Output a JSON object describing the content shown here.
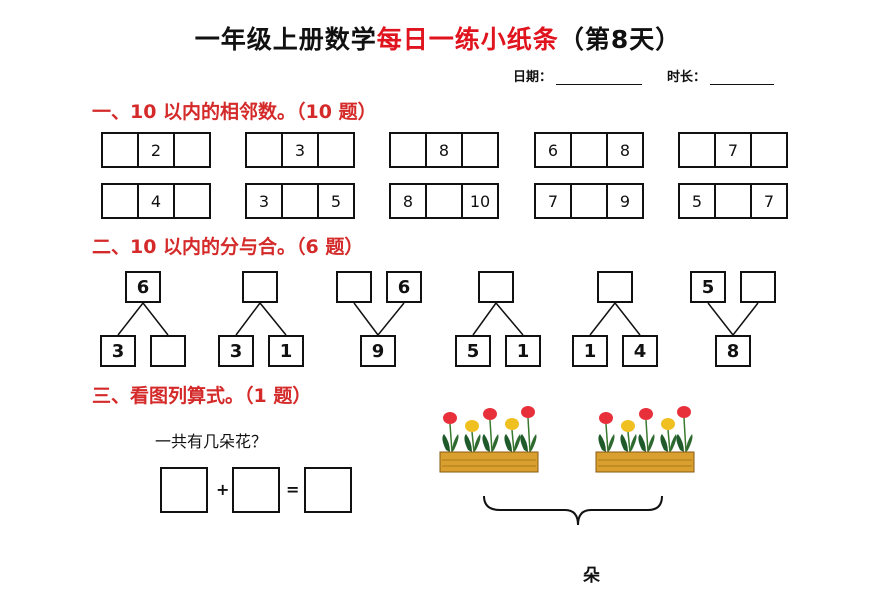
{
  "title": {
    "black": "一年级上册数学",
    "red": "每日一练小纸条",
    "suffix": "（第8天）"
  },
  "meta": {
    "date_label": "日期：",
    "duration_label": "时长："
  },
  "sections": [
    {
      "heading": "一、10 以内的相邻数。（10 题）"
    },
    {
      "heading": "二、10 以内的分与合。（6 题）"
    },
    {
      "heading": "三、看图列算式。（1 题）"
    }
  ],
  "neighbors": [
    [
      [
        "",
        "2",
        ""
      ],
      [
        "",
        "3",
        ""
      ],
      [
        "",
        "8",
        ""
      ],
      [
        "6",
        "",
        "8"
      ],
      [
        "",
        "7",
        ""
      ]
    ],
    [
      [
        "",
        "4",
        ""
      ],
      [
        "3",
        "",
        "5"
      ],
      [
        "8",
        "",
        "10"
      ],
      [
        "7",
        "",
        "9"
      ],
      [
        "5",
        "",
        "7"
      ]
    ]
  ],
  "trees": [
    {
      "top": [
        "6"
      ],
      "bottom": [
        "3",
        ""
      ]
    },
    {
      "top": [
        ""
      ],
      "bottom": [
        "3",
        "1"
      ]
    },
    {
      "top": [
        "",
        "6"
      ],
      "bottom": [
        "9"
      ]
    },
    {
      "top": [
        ""
      ],
      "bottom": [
        "5",
        "1"
      ]
    },
    {
      "top": [
        ""
      ],
      "bottom": [
        "1",
        "4"
      ]
    },
    {
      "top": [
        "5",
        ""
      ],
      "bottom": [
        "8"
      ]
    }
  ],
  "picture": {
    "question": "一共有几朵花？",
    "plus": "+",
    "equals": "=",
    "unit": "朵"
  },
  "colors": {
    "red": "#e0141e",
    "heading": "#d42a2a",
    "pot": "#d9a030"
  }
}
